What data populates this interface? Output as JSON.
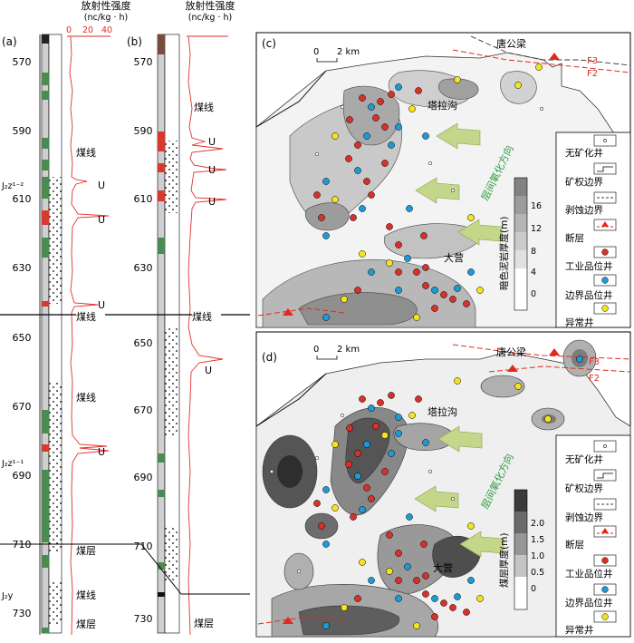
{
  "left": {
    "header_title": "放射性强度",
    "header_unit": "(nc/kg · h)",
    "header_ticks": [
      "0",
      "20",
      "40"
    ],
    "label_a": "(a)",
    "label_b": "(b)",
    "depths": [
      "570",
      "590",
      "610",
      "630",
      "650",
      "670",
      "690",
      "710",
      "730"
    ],
    "annotations": {
      "coal_line_a1": "煤线",
      "coal_line_mid": "煤线",
      "coal_line_mid_b": "煤线",
      "coal_line_a2": "煤线",
      "coal_line_a3": "煤线",
      "coal_line_b1": "煤线",
      "coal_seam_a1": "煤层",
      "coal_seam_a2": "煤层",
      "coal_seam_b": "煤层",
      "u": "U",
      "unit_j2z12": "J₂z¹⁻²",
      "unit_j2z11": "J₂z¹⁻¹",
      "unit_j2y": "J₂y"
    }
  },
  "maps": {
    "c": {
      "label": "(c)",
      "legend_title": "暗色泥岩厚度(m)",
      "legend_ticks": [
        "16",
        "12",
        "8",
        "4",
        "0"
      ]
    },
    "d": {
      "label": "(d)",
      "legend_title": "煤层厚度(m)",
      "legend_ticks": [
        "2.0",
        "1.5",
        "1.0",
        "0.5",
        "0"
      ]
    },
    "scale_zero": "0",
    "scale_km": "2 km",
    "place_tanggongliang": "唐公梁",
    "place_talagou": "塔拉沟",
    "place_daying": "大营",
    "fault_f3": "F3",
    "fault_f2": "F2",
    "oxidation_direction": "层间氧化方向",
    "legend_items": [
      "无矿化井",
      "矿权边界",
      "剥蚀边界",
      "断层",
      "工业品位井",
      "边界品位井",
      "异常井"
    ]
  },
  "colors": {
    "red_dot": "#d8312b",
    "blue_dot": "#1e9ad6",
    "yellow_dot": "#f3e41f",
    "arrow": "#c4d68a",
    "fault": "#e02a1f",
    "green_bed": "#4b8a50",
    "red_bed": "#d63a2e"
  }
}
